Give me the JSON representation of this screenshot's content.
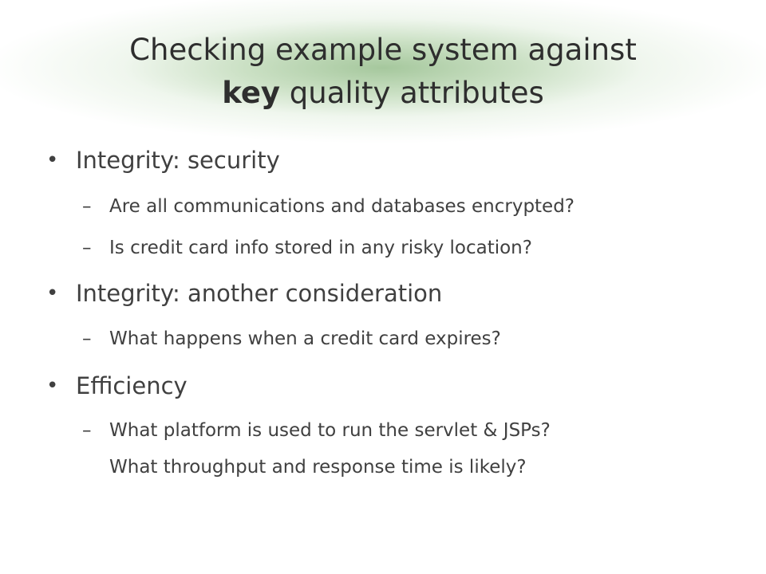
{
  "slide": {
    "title_line1": "Checking example system against",
    "title_line2_bold": "key",
    "title_line2_rest": " quality attributes",
    "bullet_char": "•",
    "dash_char": "–",
    "bullets": [
      {
        "text": "Integrity: security",
        "subs": [
          "Are all communications and databases encrypted?",
          "Is credit card info stored in any risky location?"
        ]
      },
      {
        "text": "Integrity: another consideration",
        "subs": [
          "What happens when a credit card expires?"
        ]
      },
      {
        "text": "Efficiency",
        "subs": [
          "What platform is used to run the servlet & JSPs?",
          "What throughput and response time is likely?"
        ]
      }
    ]
  },
  "colors": {
    "title_glow": "#a8c89c",
    "text": "#404040"
  }
}
